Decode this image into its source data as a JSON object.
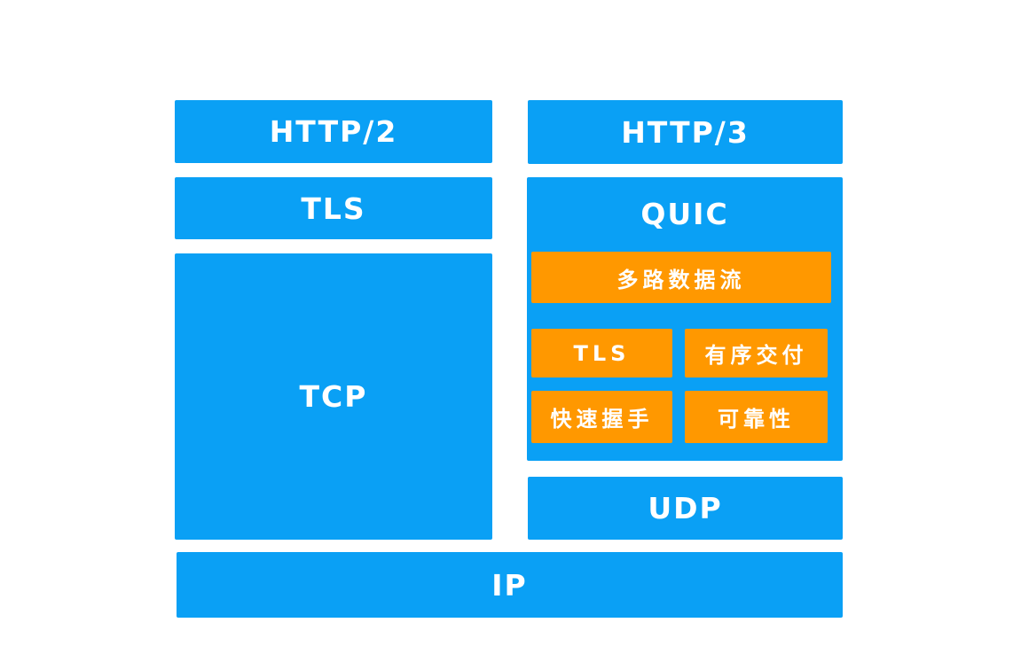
{
  "colors": {
    "blue": "#0AA0F5",
    "orange": "#FF9800",
    "label_text": "#FFFFFF",
    "background": "#FFFFFF"
  },
  "left_stack": {
    "http2": "HTTP/2",
    "tls": "TLS",
    "tcp": "TCP"
  },
  "right_stack": {
    "http3": "HTTP/3",
    "quic": {
      "label": "QUIC",
      "features": {
        "multiplexed_streams": "多路数据流",
        "tls": "TLS",
        "ordered_delivery": "有序交付",
        "fast_handshake": "快速握手",
        "reliability": "可靠性"
      }
    },
    "udp": "UDP"
  },
  "base": {
    "ip": "IP"
  }
}
